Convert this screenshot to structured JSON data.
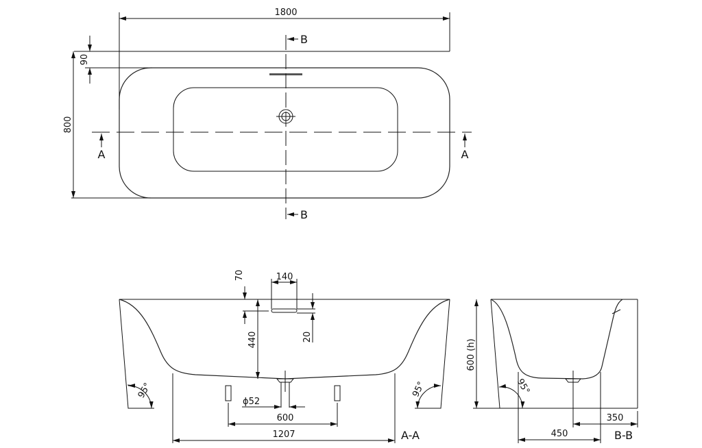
{
  "top_view": {
    "length": "1800",
    "width": "800",
    "rim_offset": "90",
    "section_a": "A",
    "section_b": "B"
  },
  "section_aa": {
    "title": "A-A",
    "depth": "440",
    "overflow_height": "70",
    "overflow_width": "140",
    "overflow_thickness": "20",
    "drain_diameter": "ϕ52",
    "feet_spacing": "600",
    "base_length": "1207",
    "angle_left": "95°",
    "angle_right": "95°"
  },
  "section_bb": {
    "title": "B-B",
    "height": "600 (h)",
    "drain_offset": "350",
    "base_width": "450",
    "angle": "95°"
  }
}
